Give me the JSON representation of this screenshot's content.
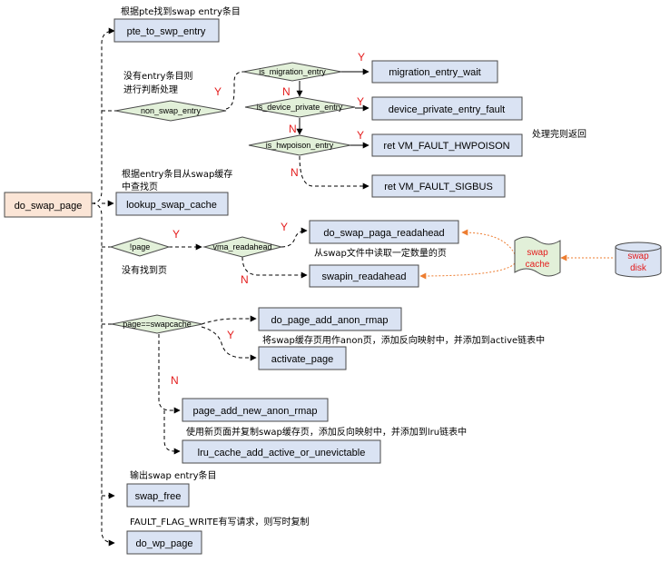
{
  "colors": {
    "box_fill": "#dae3f3",
    "box_stroke": "#4a4a4a",
    "root_fill": "#fbe5d6",
    "diamond_fill": "#e2f0d9",
    "cache_fill": "#e2f0d9",
    "label_red": "#e41c1c",
    "arrow_orange": "#ed7d31"
  },
  "nodes": {
    "do_swap_page": "do_swap_page",
    "pte_to_swp_entry": "pte_to_swp_entry",
    "migration_entry_wait": "migration_entry_wait",
    "device_private_entry_fault": "device_private_entry_fault",
    "ret_hwpoison": "ret VM_FAULT_HWPOISON",
    "ret_sigbus": "ret VM_FAULT_SIGBUS",
    "lookup_swap_cache": "lookup_swap_cache",
    "do_swap_paga_readahead": "do_swap_paga_readahead",
    "swapin_readahead": "swapin_readahead",
    "do_page_add_anon_rmap": "do_page_add_anon_rmap",
    "activate_page": "activate_page",
    "page_add_new_anon_rmap": "page_add_new_anon_rmap",
    "lru_cache_add": "lru_cache_add_active_or_unevictable",
    "swap_free": "swap_free",
    "do_wp_page": "do_wp_page"
  },
  "decisions": {
    "non_swap_entry": "non_swap_entry",
    "is_migration_entry": "is_migration_entry",
    "is_device_private_entry": "is_device_private_entry",
    "is_hwpoison_entry": "is_hwpoison_entry",
    "not_page": "!page",
    "vma_readahead": "vma_readahead",
    "page_eq_swapcache": "page==swapcache"
  },
  "storage": {
    "swap_cache": [
      "swap",
      "cache"
    ],
    "swap_disk": [
      "swap",
      "disk"
    ]
  },
  "annotations": {
    "pte_note": "根据pte找到swap entry条目",
    "non_swap_note_1": "没有entry条目则",
    "non_swap_note_2": "进行判断处理",
    "hwpoison_note": "处理完则返回",
    "lookup_note_1": "根据entry条目从swap缓存",
    "lookup_note_2": "中查找页",
    "not_found_note": "没有找到页",
    "readahead_note": "从swap文件中读取一定数量的页",
    "anon_note": "将swap缓存页用作anon页，添加反向映射中，并添加到active链表中",
    "new_anon_note": "使用新页面并复制swap缓存页，添加反向映射中，并添加到lru链表中",
    "swap_free_note": "输出swap entry条目",
    "wp_note": "FAULT_FLAG_WRITE有写请求，则写时复制"
  },
  "branch_labels": {
    "yes": "Y",
    "no": "N"
  }
}
